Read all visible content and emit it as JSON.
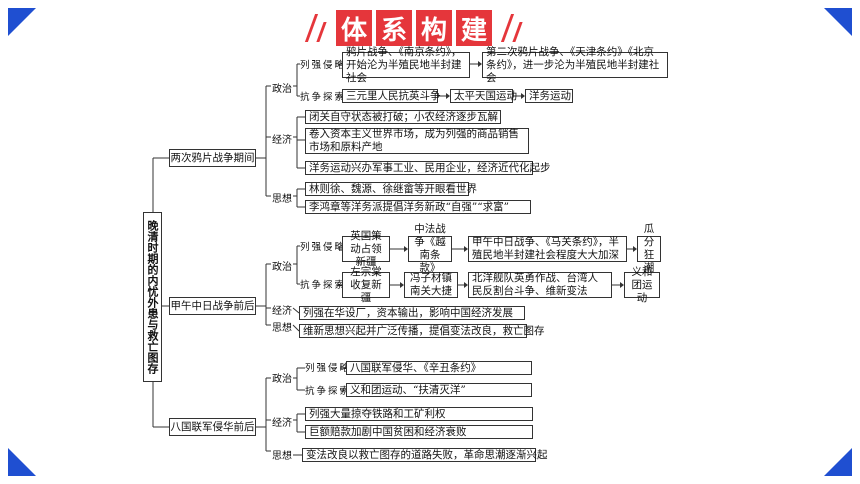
{
  "title": [
    "体",
    "系",
    "构",
    "建"
  ],
  "colors": {
    "accent": "#e5363b",
    "corner": "#1f4fd1"
  },
  "root": "晚清时期的内忧外患与救亡图存",
  "periods": {
    "p1": "两次鸦片战争期间",
    "p2": "甲午中日战争前后",
    "p3": "八国联军侵华前后"
  },
  "cats": {
    "politics": "政治",
    "economy": "经济",
    "thought": "思想",
    "invasion": "列强侵略",
    "explore": "抗争探索"
  },
  "p1": {
    "inv1": "鸦片战争、《南京条约》，开始沦为半殖民地半封建社会",
    "inv2": "第二次鸦片战争、《天津条约》《北京条约》，进一步沦为半殖民地半封建社会",
    "exp1": "三元里人民抗英斗争",
    "exp2": "太平天国运动",
    "exp3": "洋务运动",
    "eco1": "闭关自守状态被打破；小农经济逐步瓦解",
    "eco2": "卷入资本主义世界市场，成为列强的商品销售市场和原料产地",
    "eco3": "洋务运动兴办军事工业、民用企业，经济近代化起步",
    "th1": "林则徐、魏源、徐继畲等开眼看世界",
    "th2": "李鸿章等洋务派提倡洋务新政“自强”“求富”"
  },
  "p2": {
    "inv1": "英国策动占领新疆",
    "inv2": "中法战争《越南条款》",
    "inv3": "甲午中日战争、《马关条约》，半殖民地半封建社会程度大大加深",
    "inv4": "瓜分狂潮",
    "exp1": "左宗棠收复新疆",
    "exp2": "冯子材镇南关大捷",
    "exp3": "北洋舰队英勇作战、台湾人民反割台斗争、维新变法",
    "exp4": "义和团运动",
    "eco1": "列强在华设厂，资本输出，影响中国经济发展",
    "th1": "维新思想兴起并广泛传播，提倡变法改良，救亡图存"
  },
  "p3": {
    "inv1": "八国联军侵华、《辛丑条约》",
    "exp1": "义和团运动、“扶清灭洋”",
    "eco1": "列强大量掠夺铁路和工矿利权",
    "eco2": "巨额赔款加剧中国贫困和经济衰败",
    "th1": "变法改良以救亡图存的道路失败，革命思潮逐渐兴起"
  }
}
